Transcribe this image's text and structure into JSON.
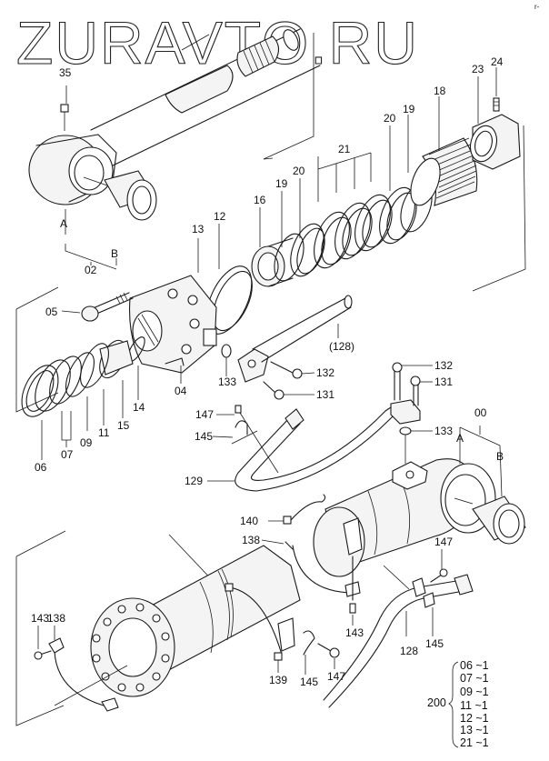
{
  "watermark": "ZURAVTO.RU",
  "corner_mark": "r-",
  "groups": {
    "rod_assembly": {
      "label": "02",
      "sub_a": "A",
      "sub_b": "B"
    },
    "cylinder_assembly": {
      "label": "00",
      "sub_a": "A",
      "sub_b": "B"
    }
  },
  "labels": {
    "p35": "35",
    "p24": "24",
    "p23": "23",
    "p18": "18",
    "p19a": "19",
    "p19b": "19",
    "p20a": "20",
    "p20b": "20",
    "p21": "21",
    "p16": "16",
    "p12": "12",
    "p13": "13",
    "p05": "05",
    "p04": "04",
    "p133a": "133",
    "p128ref": "(128)",
    "p132a": "132",
    "p131a": "131",
    "p14": "14",
    "p15": "15",
    "p11": "11",
    "p09": "09",
    "p07": "07",
    "p06": "06",
    "p147a": "147",
    "p145a": "145",
    "p132b": "132",
    "p131b": "131",
    "p133b": "133",
    "p129": "129",
    "p140": "140",
    "p138a": "138",
    "p138b": "138",
    "p143a": "143",
    "p143b": "143",
    "p139": "139",
    "p145b": "145",
    "p147b": "147",
    "p147c": "147",
    "p145c": "145",
    "p128": "128"
  },
  "kit": {
    "label": "200",
    "items": [
      "06 ~1",
      "07 ~1",
      "09 ~1",
      "11 ~1",
      "12 ~1",
      "13 ~1",
      "21 ~1"
    ]
  }
}
